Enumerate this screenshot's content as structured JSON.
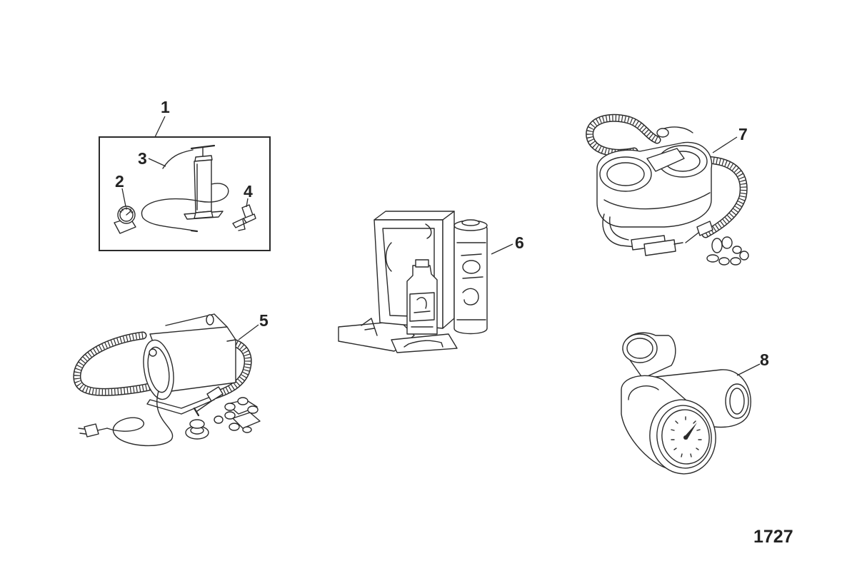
{
  "diagram": {
    "figure_number": "1727",
    "callouts": [
      {
        "id": "c1",
        "label": "1"
      },
      {
        "id": "c2",
        "label": "2"
      },
      {
        "id": "c3",
        "label": "3"
      },
      {
        "id": "c4",
        "label": "4"
      },
      {
        "id": "c5",
        "label": "5"
      },
      {
        "id": "c6",
        "label": "6"
      },
      {
        "id": "c7",
        "label": "7"
      },
      {
        "id": "c8",
        "label": "8"
      }
    ],
    "parts": [
      {
        "callout": "1",
        "icon": "hand-pump-kit-icon"
      },
      {
        "callout": "2",
        "icon": "pressure-gauge-icon"
      },
      {
        "callout": "3",
        "icon": "hand-pump-icon"
      },
      {
        "callout": "4",
        "icon": "valve-adapter-icon"
      },
      {
        "callout": "5",
        "icon": "electric-blower-icon"
      },
      {
        "callout": "6",
        "icon": "repair-kit-icon"
      },
      {
        "callout": "7",
        "icon": "12v-air-pump-icon"
      },
      {
        "callout": "8",
        "icon": "gauge-adapter-icon"
      }
    ],
    "line_color": "#2b2b2b",
    "background": "#ffffff"
  }
}
